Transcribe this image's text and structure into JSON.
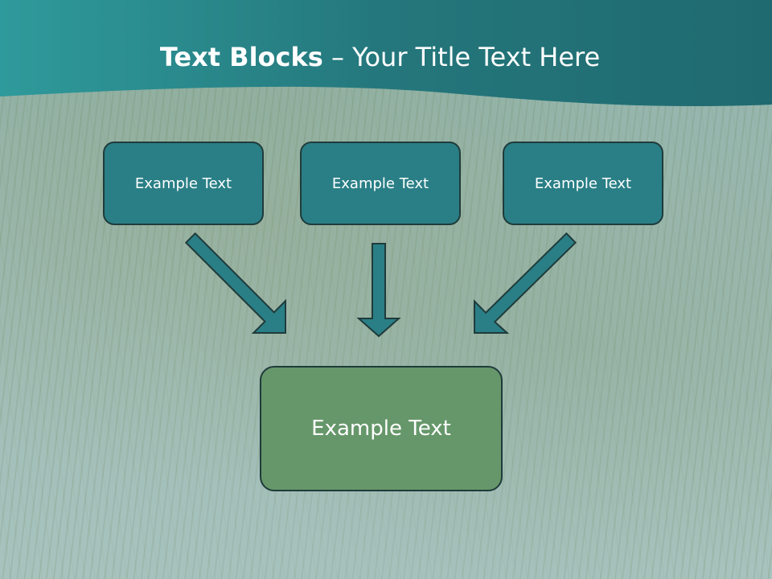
{
  "title": {
    "bold": "Text Blocks",
    "rest": " – Your Title Text Here"
  },
  "blocks": {
    "top": [
      "Example Text",
      "Example Text",
      "Example Text"
    ],
    "bottom": "Example Text"
  },
  "colors": {
    "header_teal": "#2a8188",
    "box_teal": "#2a7f86",
    "box_green": "#66976a",
    "outline": "#1f3b3b"
  }
}
